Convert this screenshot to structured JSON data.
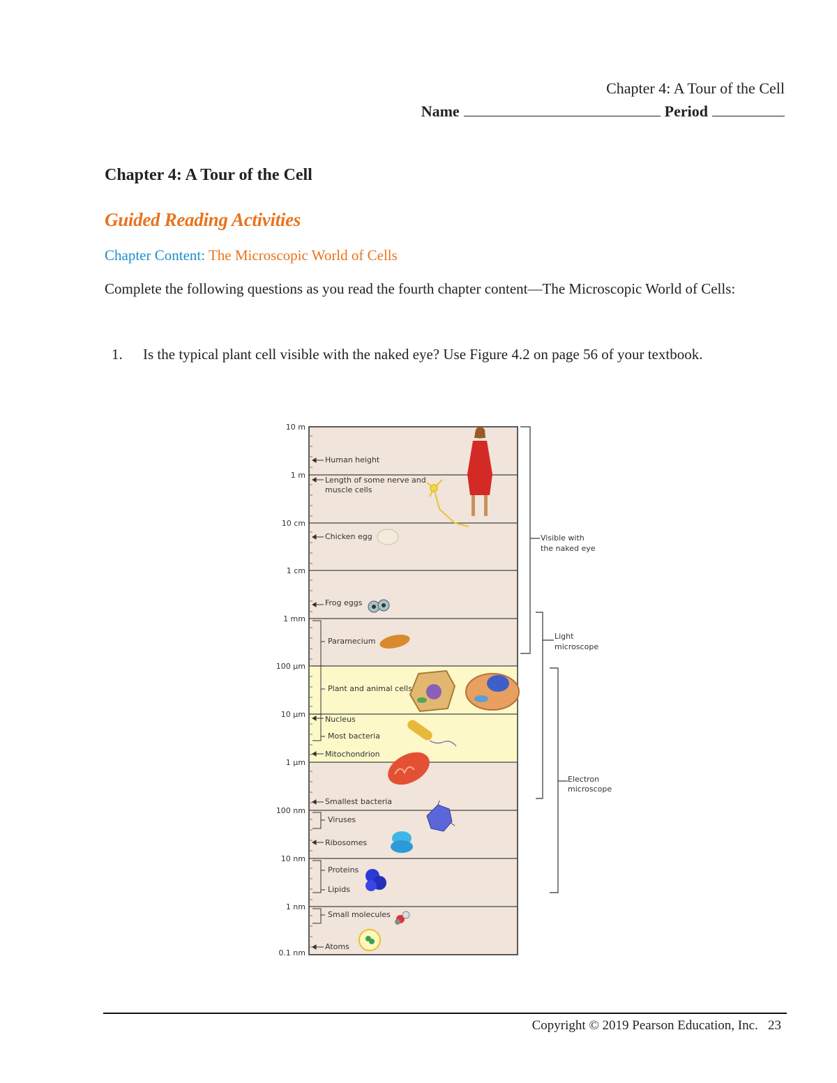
{
  "header": {
    "chapter": "Chapter 4: A Tour of the Cell",
    "name_label": "Name",
    "period_label": "Period"
  },
  "title": "Chapter 4: A Tour of the Cell",
  "subtitle": "Guided Reading Activities",
  "content": {
    "label": "Chapter Content:",
    "value": "The Microscopic World of Cells"
  },
  "intro": "Complete the following questions as you read the fourth chapter content—The Microscopic World of Cells:",
  "questions": [
    {
      "number": "1.",
      "text": "Is the typical plant cell visible with the naked eye? Use Figure 4.2 on page 56 of your textbook."
    }
  ],
  "figure": {
    "scale_labels": [
      "10 m",
      "1 m",
      "10 cm",
      "1 cm",
      "1 mm",
      "100 μm",
      "10 μm",
      "1 μm",
      "100 nm",
      "10 nm",
      "1 nm",
      "0.1 nm"
    ],
    "items": [
      "Human height",
      "Length of some nerve and",
      "muscle cells",
      "Chicken egg",
      "Frog eggs",
      "Paramecium",
      "Plant and animal cells",
      "Nucleus",
      "Most bacteria",
      "Mitochondrion",
      "Smallest bacteria",
      "Viruses",
      "Ribosomes",
      "Proteins",
      "Lipids",
      "Small molecules",
      "Atoms"
    ],
    "ranges": {
      "naked_eye": [
        "Visible with",
        "the naked eye"
      ],
      "light": [
        "Light",
        "microscope"
      ],
      "electron": [
        "Electron",
        "microscope"
      ]
    },
    "colors": {
      "band": "#f1e4da",
      "highlight": "#fcf8c8",
      "border": "#444444"
    }
  },
  "footer": {
    "copyright": "Copyright © 2019 Pearson Education, Inc.",
    "page": "23"
  }
}
